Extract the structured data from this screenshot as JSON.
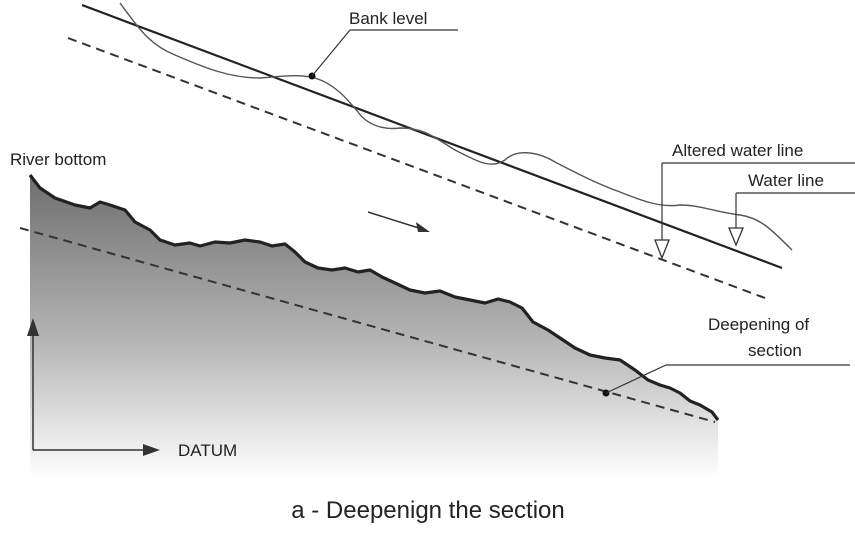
{
  "labels": {
    "bank_level": "Bank level",
    "altered_water_line": "Altered water line",
    "water_line": "Water line",
    "river_bottom": "River bottom",
    "deepening_line1": "Deepening of",
    "deepening_line2": "section",
    "datum": "DATUM"
  },
  "caption": "a - Deepenign the section",
  "colors": {
    "stroke": "#2a2a2a",
    "fill_dark": "#7a7a7a",
    "fill_light": "#ffffff",
    "text": "#222222"
  }
}
